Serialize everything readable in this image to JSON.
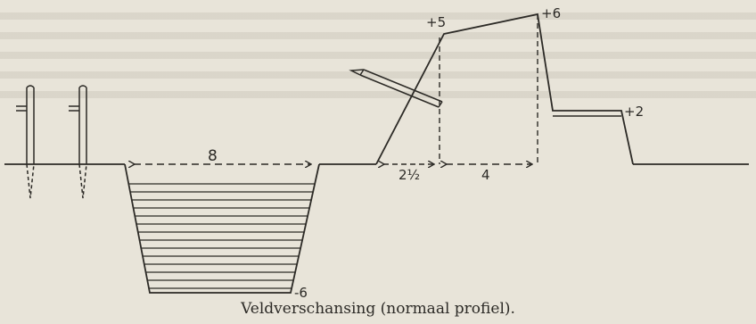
{
  "caption": "Veldverschansing (normaal profiel).",
  "labels": {
    "ditch_width": "8",
    "ditch_depth": "-6",
    "berm_width": "2½",
    "crest_width": "4",
    "crest_front_height": "+5",
    "crest_back_height": "+6",
    "banquette_height": "+2"
  },
  "colors": {
    "ink": "#2c2a26",
    "paper": "#e8e4d9"
  }
}
